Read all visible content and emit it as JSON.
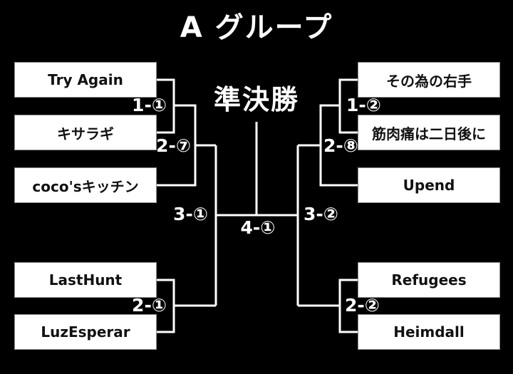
{
  "title": "A グループ",
  "round_title": "準決勝",
  "teams": {
    "left": [
      "Try Again",
      "キサラギ",
      "coco'sキッチン",
      "LastHunt",
      "LuzEsperar"
    ],
    "right": [
      "その為の右手",
      "筋肉痛は二日後に",
      "Upend",
      "Refugees",
      "Heimdall"
    ]
  },
  "matches": {
    "left_round1": "1-①",
    "left_round2": "2-⑦",
    "left_semifinal": "3-①",
    "left_bottom": "2-①",
    "final": "4-①",
    "right_round1": "1-②",
    "right_round2": "2-⑧",
    "right_semifinal": "3-②",
    "right_bottom": "2-②"
  },
  "colors": {
    "background": "#000000",
    "box_fill": "#ffffff",
    "box_border": "#8c8c8c",
    "box_text": "#111111",
    "line": "#ffffff",
    "label_text": "#ffffff"
  }
}
